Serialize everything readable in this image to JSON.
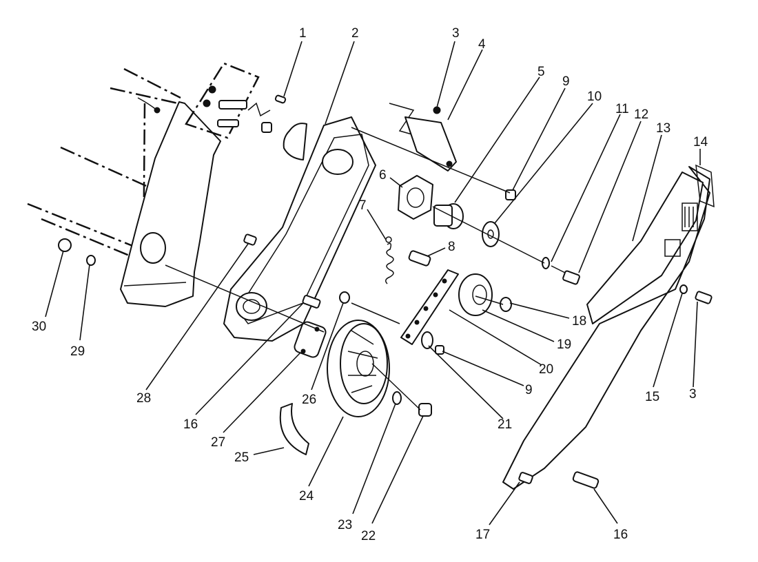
{
  "diagram": {
    "callouts": [
      {
        "id": "1",
        "label": "1"
      },
      {
        "id": "2",
        "label": "2"
      },
      {
        "id": "3a",
        "label": "3"
      },
      {
        "id": "4",
        "label": "4"
      },
      {
        "id": "5",
        "label": "5"
      },
      {
        "id": "9a",
        "label": "9"
      },
      {
        "id": "10",
        "label": "10"
      },
      {
        "id": "11",
        "label": "11"
      },
      {
        "id": "12",
        "label": "12"
      },
      {
        "id": "13",
        "label": "13"
      },
      {
        "id": "14",
        "label": "14"
      },
      {
        "id": "6",
        "label": "6"
      },
      {
        "id": "7",
        "label": "7"
      },
      {
        "id": "8",
        "label": "8"
      },
      {
        "id": "18",
        "label": "18"
      },
      {
        "id": "19",
        "label": "19"
      },
      {
        "id": "20",
        "label": "20"
      },
      {
        "id": "9b",
        "label": "9"
      },
      {
        "id": "21",
        "label": "21"
      },
      {
        "id": "15",
        "label": "15"
      },
      {
        "id": "3b",
        "label": "3"
      },
      {
        "id": "30",
        "label": "30"
      },
      {
        "id": "29",
        "label": "29"
      },
      {
        "id": "28",
        "label": "28"
      },
      {
        "id": "16a",
        "label": "16"
      },
      {
        "id": "27",
        "label": "27"
      },
      {
        "id": "26",
        "label": "26"
      },
      {
        "id": "25",
        "label": "25"
      },
      {
        "id": "24",
        "label": "24"
      },
      {
        "id": "23",
        "label": "23"
      },
      {
        "id": "22",
        "label": "22"
      },
      {
        "id": "17",
        "label": "17"
      },
      {
        "id": "16b",
        "label": "16"
      }
    ]
  }
}
